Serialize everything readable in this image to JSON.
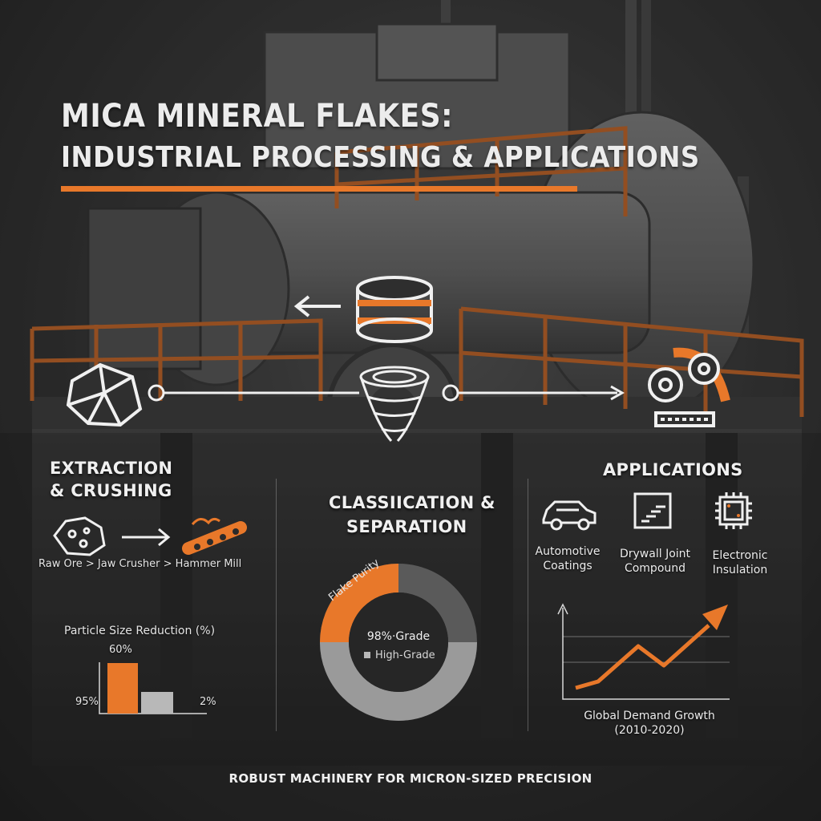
{
  "header": {
    "title_line1": "MICA MINERAL FLAKES:",
    "title_line2": "INDUSTRIAL PROCESSING & APPLICATIONS"
  },
  "colors": {
    "accent": "#e8782a",
    "gray_bar": "#b8b8b8",
    "donut_dark": "#5a5a5a",
    "donut_light": "#9a9a9a"
  },
  "extraction": {
    "heading_line1": "EXTRACTION",
    "heading_line2": "& CRUSHING",
    "flow_text": "Raw Ore > Jaw Crusher > Hammer Mill",
    "icons": [
      "rock-ore-icon",
      "conveyor-icon"
    ]
  },
  "particle_chart": {
    "title": "Particle Size Reduction (%)",
    "label_top": "60%",
    "label_left": "95%",
    "label_right": "2%"
  },
  "classification": {
    "heading_line1": "CLASSIICATION &",
    "heading_line2": "SEPARATION",
    "donut_label": "Flake Purity",
    "center_value": "98%·Grade",
    "legend_label": "High-Grade"
  },
  "applications": {
    "heading": "APPLICATIONS",
    "items": [
      {
        "line1": "Automotive",
        "line2": "Coatings",
        "icon": "car-icon"
      },
      {
        "line1": "Drywall Joint",
        "line2": "Compound",
        "icon": "drywall-icon"
      },
      {
        "line1": "Electronic",
        "line2": "Insulation",
        "icon": "chip-icon"
      }
    ]
  },
  "growth_chart": {
    "title_line1": "Global Demand Growth",
    "title_line2": "(2010-2020)"
  },
  "footer": {
    "tagline": "ROBUST MACHINERY FOR MICRON-SIZED PRECISION"
  }
}
